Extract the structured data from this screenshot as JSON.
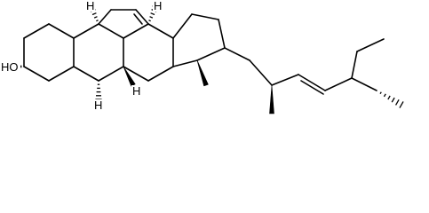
{
  "labels": {
    "hydroxyl": "HO",
    "h5": "H",
    "h9": "H",
    "h10": "H",
    "h14": "H"
  },
  "colors": {
    "ink": "#000000",
    "background": "#ffffff"
  }
}
